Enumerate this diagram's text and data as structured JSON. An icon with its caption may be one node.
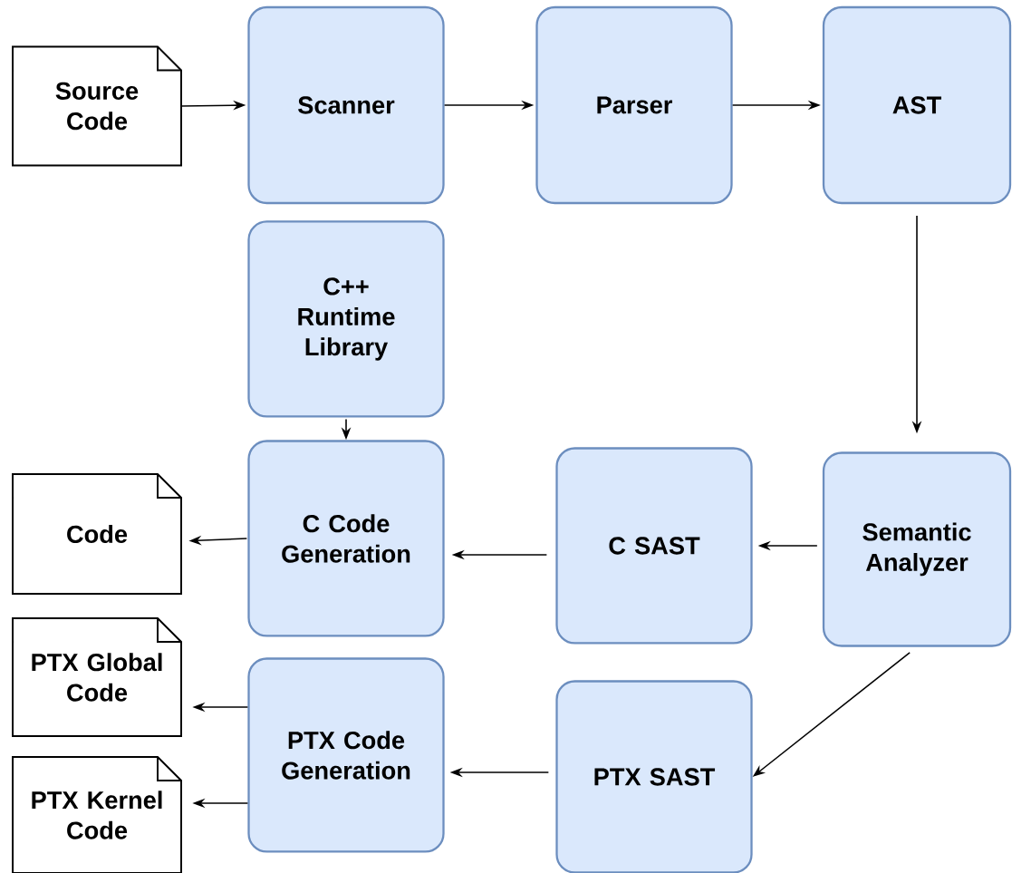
{
  "diagram": {
    "nodes": [
      {
        "text": [
          "Source Code"
        ]
      },
      {
        "text": [
          "Scanner"
        ]
      },
      {
        "text": [
          "Parser"
        ]
      },
      {
        "text": [
          "AST"
        ]
      },
      {
        "text": [
          "C++ Runtime Library"
        ]
      },
      {
        "text": [
          "Code"
        ]
      },
      {
        "text": [
          "C Code Generation"
        ]
      },
      {
        "text": [
          "C SAST"
        ]
      },
      {
        "text": [
          "Semantic Analyzer"
        ]
      },
      {
        "text": [
          "PTX Global Code"
        ]
      },
      {
        "text": [
          "PTX Code Generation"
        ]
      },
      {
        "text": [
          "PTX SAST"
        ]
      },
      {
        "text": [
          "PTX Kernel Code"
        ]
      }
    ],
    "edges": [
      {
        "from": 0,
        "to": 1,
        "arrow": "to"
      },
      {
        "from": 1,
        "to": 2,
        "arrow": "to"
      },
      {
        "from": 2,
        "to": 3,
        "arrow": "to"
      },
      {
        "from": 3,
        "to": 8,
        "arrow": "to"
      },
      {
        "from": 4,
        "to": 6,
        "arrow": "to"
      },
      {
        "from": 8,
        "to": 7,
        "arrow": "to"
      },
      {
        "from": 7,
        "to": 6,
        "arrow": "to"
      },
      {
        "from": 6,
        "to": 5,
        "arrow": "to"
      },
      {
        "from": 8,
        "to": 11,
        "arrow": "to"
      },
      {
        "from": 11,
        "to": 10,
        "arrow": "to"
      },
      {
        "from": 10,
        "to": 9,
        "arrow": "to"
      },
      {
        "from": 10,
        "to": 12,
        "arrow": "to"
      }
    ]
  }
}
